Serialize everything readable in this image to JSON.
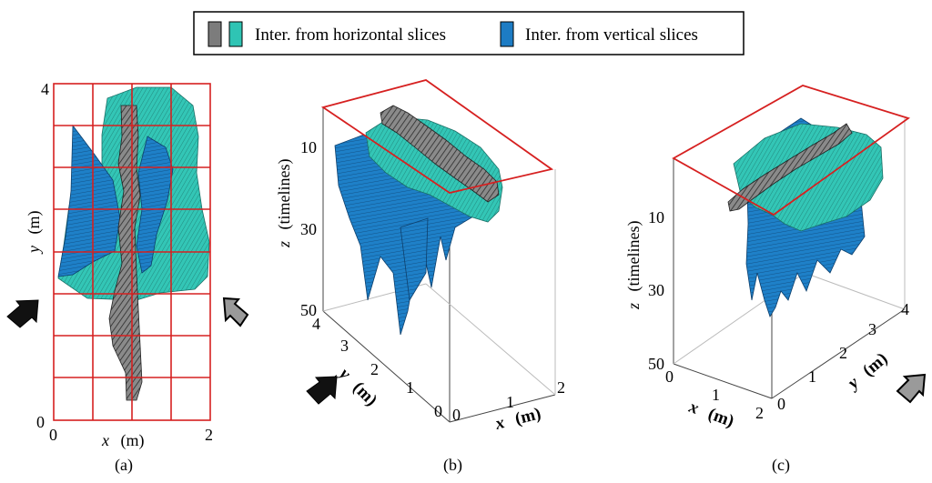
{
  "legend": {
    "horizontal_label": "Inter. from horizontal slices",
    "vertical_label": "Inter. from vertical slices"
  },
  "colors": {
    "cyan": "#2fc4b4",
    "blue": "#1d7cc4",
    "gray": "#7c7c7c",
    "grid_red": "#d62020",
    "arrow_black": "#111111",
    "arrow_gray": "#9a9a9a"
  },
  "panel_a": {
    "caption": "(a)",
    "ylabel_var": "y",
    "ylabel_unit": "(m)",
    "xlabel_var": "x",
    "xlabel_unit": "(m)",
    "y_top": "4",
    "y_bottom": "0",
    "x_left": "0",
    "x_right": "2"
  },
  "panel_b": {
    "caption": "(b)",
    "zlabel_var": "z",
    "zlabel_unit": "(timelines)",
    "z_ticks": [
      "10",
      "30",
      "50"
    ],
    "ylabel_var": "y",
    "ylabel_unit": "(m)",
    "y_ticks": [
      "4",
      "3",
      "2",
      "1",
      "0"
    ],
    "xlabel_var": "x",
    "xlabel_unit": "(m)",
    "x_ticks": [
      "0",
      "1",
      "2"
    ]
  },
  "panel_c": {
    "caption": "(c)",
    "zlabel_var": "z",
    "zlabel_unit": "(timelines)",
    "z_ticks": [
      "10",
      "30",
      "50"
    ],
    "x_ticks": [
      "0",
      "1",
      "2"
    ],
    "xlabel_var": "x",
    "xlabel_unit": "(m)",
    "y_ticks": [
      "0",
      "1",
      "2",
      "3",
      "4"
    ],
    "ylabel_var": "y",
    "ylabel_unit": "(m)"
  }
}
